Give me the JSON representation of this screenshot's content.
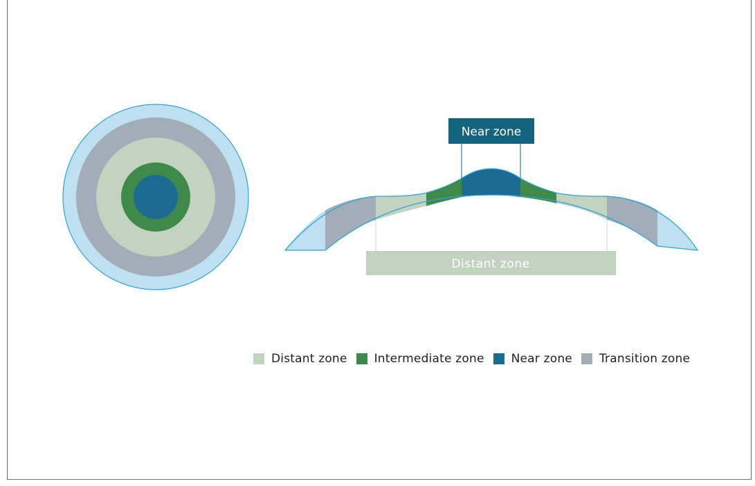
{
  "colors": {
    "outer_edge": "#bfe0f1",
    "outline": "#2aa4dc",
    "transition": "#a2adb9",
    "distant": "#c2d4bf",
    "intermediate": "#3f8a4b",
    "near": "#1b6b93",
    "near_label_bg": "#14637f"
  },
  "labels": {
    "near_zone": "Near zone",
    "distant_zone": "Distant zone"
  },
  "legend": {
    "items": [
      {
        "label": "Distant zone",
        "color": "#c2d4bf"
      },
      {
        "label": "Intermediate zone",
        "color": "#3f8a4b"
      },
      {
        "label": "Near zone",
        "color": "#1b6b93"
      },
      {
        "label": "Transition zone",
        "color": "#a2adb9"
      }
    ]
  }
}
